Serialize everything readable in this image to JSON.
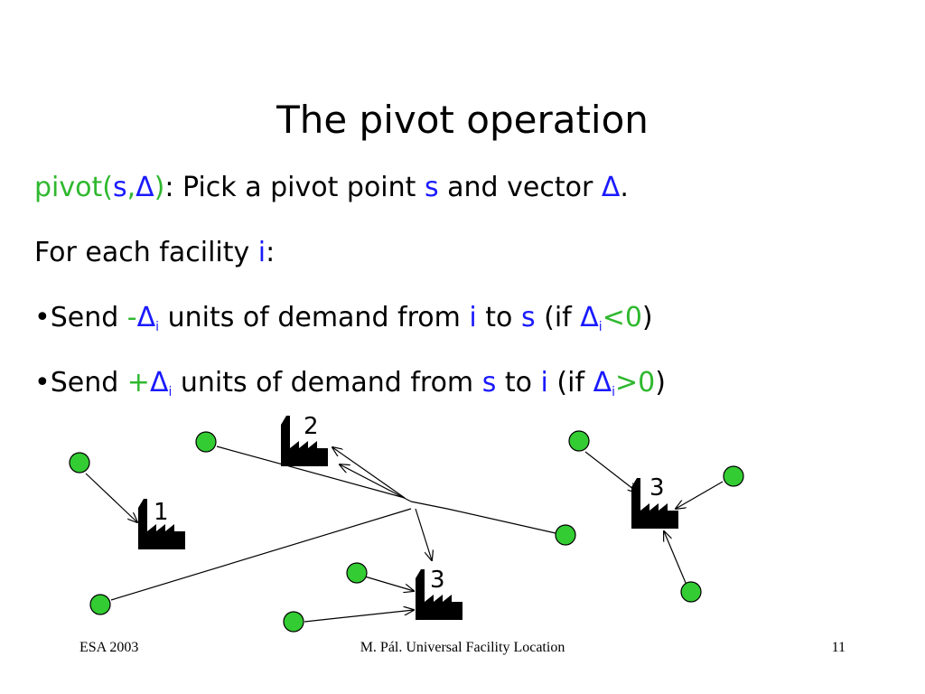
{
  "title": "The pivot operation",
  "line1": {
    "fn": "pivot(",
    "arg_s": "s",
    "comma": ",",
    "arg_delta": "Δ",
    "close": ")",
    "text1": ": Pick a pivot point ",
    "s": "s",
    "text2": " and vector ",
    "delta": "Δ",
    "end": "."
  },
  "line2": {
    "text": "For each facility ",
    "i": "i",
    "end": ":"
  },
  "bullet1": {
    "pre": "•Send ",
    "sign": "-",
    "delta": "Δ",
    "sub": "i",
    "mid1": " units of demand from ",
    "from": "i",
    "mid2": " to ",
    "to": "s",
    "open": " (if ",
    "delta2": "Δ",
    "sub2": "i",
    "cond": "<0",
    "close": ")"
  },
  "bullet2": {
    "pre": "•Send ",
    "sign": "+",
    "delta": "Δ",
    "sub": "i",
    "mid1": " units of demand from ",
    "from": "s",
    "mid2": " to ",
    "to": "i",
    "open": " (if ",
    "delta2": "Δ",
    "sub2": "i",
    "cond": ">0",
    "close": ")"
  },
  "diagram": {
    "facility_labels": [
      "1",
      "2",
      "3",
      "3"
    ]
  },
  "footer": {
    "left": "ESA 2003",
    "center": "M. Pál. Universal Facility Location",
    "right": "11"
  },
  "colors": {
    "client_fill": "#33cc33",
    "green_text": "#2fb82f",
    "blue_text": "#1a1aff"
  }
}
